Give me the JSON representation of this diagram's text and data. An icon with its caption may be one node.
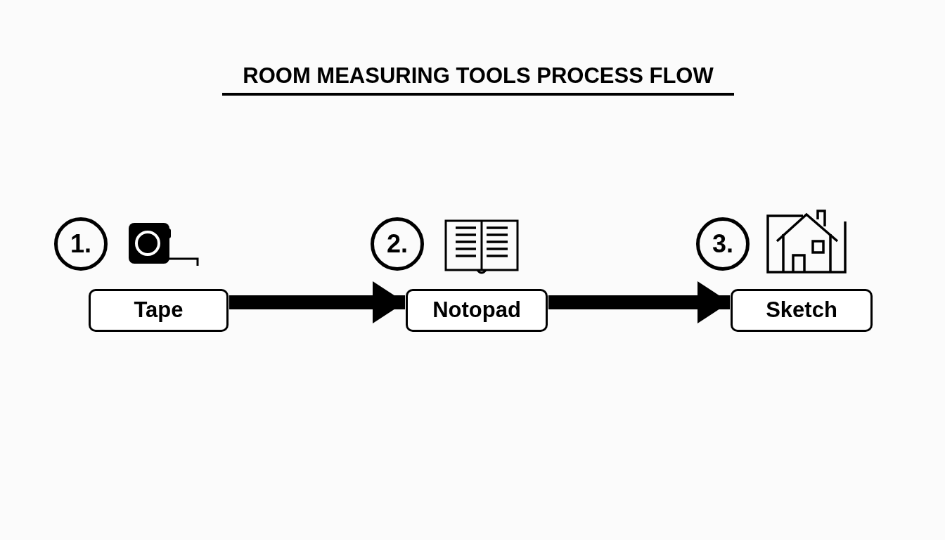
{
  "diagram": {
    "title": "ROOM MEASURING TOOLS PROCESS FLOW",
    "nodes": [
      {
        "text": [
          "1."
        ]
      },
      {
        "text": [
          "Tape"
        ]
      },
      {
        "text": [
          "2."
        ]
      },
      {
        "text": [
          "Notopad"
        ]
      },
      {
        "text": [
          "3."
        ]
      },
      {
        "text": [
          "Sketch"
        ]
      }
    ],
    "edges": [
      {
        "from": 1,
        "to": 3,
        "arrow": "to"
      },
      {
        "from": 3,
        "to": 5,
        "arrow": "to"
      }
    ]
  }
}
